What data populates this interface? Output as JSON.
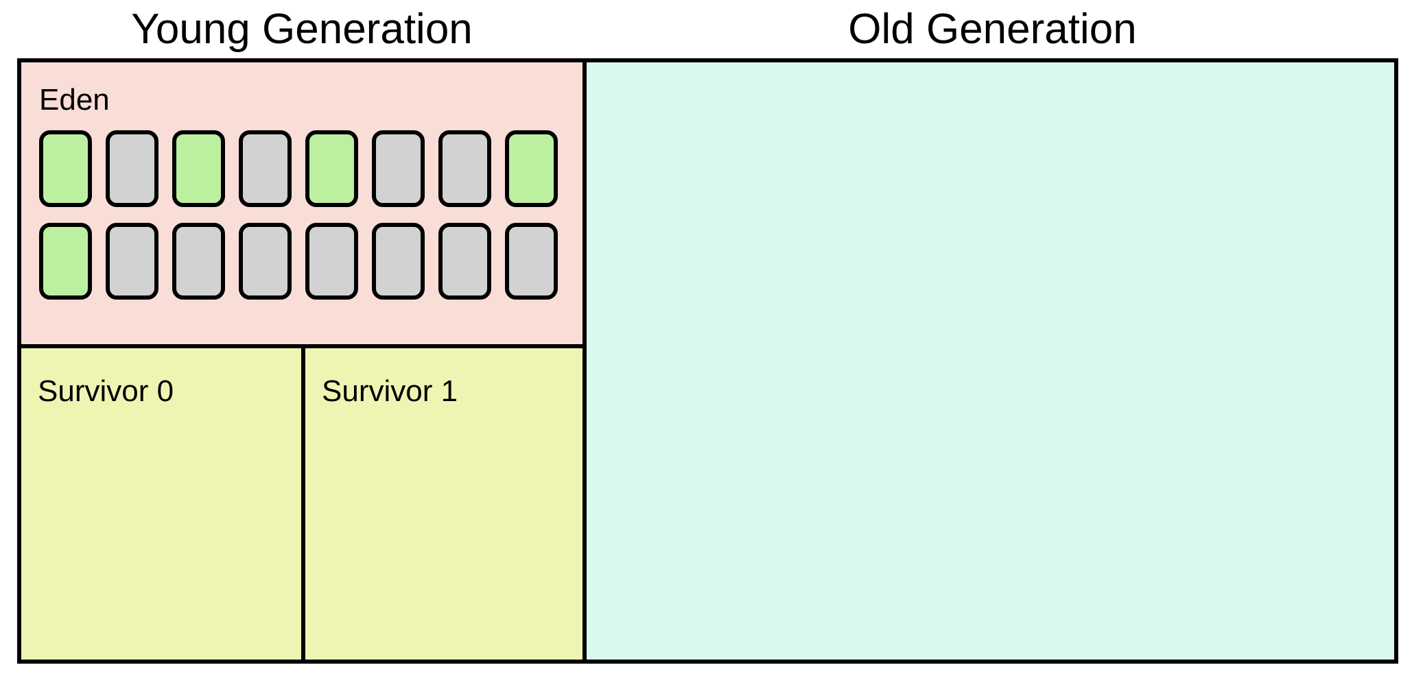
{
  "titles": {
    "young": "Young Generation",
    "old": "Old Generation"
  },
  "young": {
    "eden": {
      "label": "Eden",
      "block_rows": [
        [
          "live",
          "garbage",
          "live",
          "garbage",
          "live",
          "garbage",
          "garbage",
          "live"
        ],
        [
          "live",
          "garbage",
          "garbage",
          "garbage",
          "garbage",
          "garbage",
          "garbage",
          "garbage"
        ]
      ]
    },
    "survivors": [
      {
        "label": "Survivor 0"
      },
      {
        "label": "Survivor 1"
      }
    ]
  },
  "old": {},
  "colors": {
    "background": "#ffffff",
    "border": "#000000",
    "eden_bg": "#f9ded8",
    "survivor_bg": "#eef5b3",
    "old_bg": "#daf7f0",
    "block_live": "#bcf0a0",
    "block_garbage": "#d2d2d2"
  }
}
